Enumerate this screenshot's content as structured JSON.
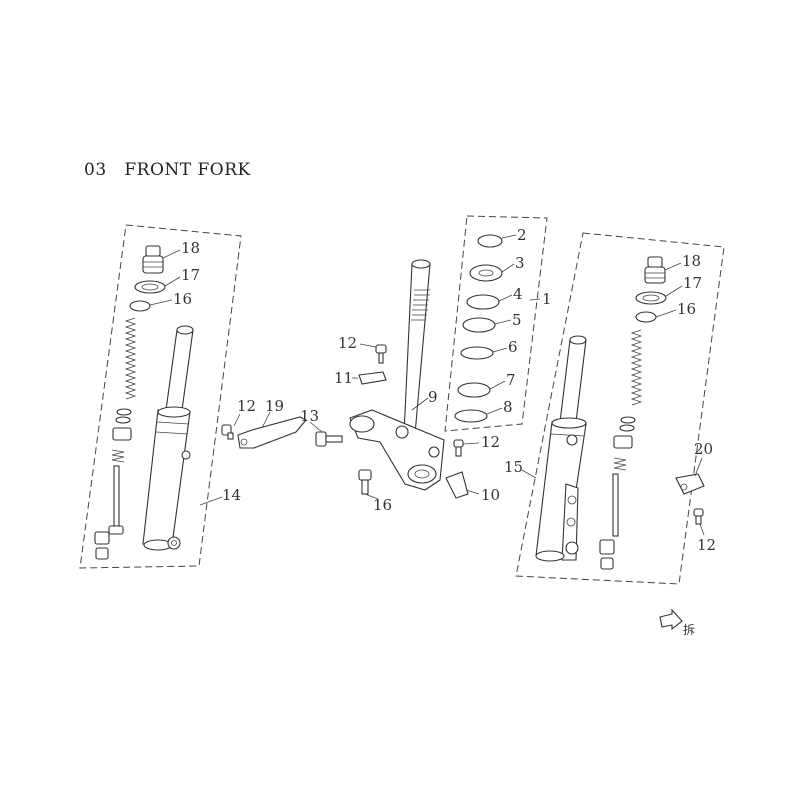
{
  "title": "03   FRONT FORK",
  "callouts": [
    "18",
    "17",
    "16",
    "14",
    "12",
    "19",
    "13",
    "11",
    "12",
    "16",
    "9",
    "2",
    "3",
    "4",
    "5",
    "6",
    "7",
    "8",
    "1",
    "12",
    "10",
    "18",
    "17",
    "16",
    "15",
    "20",
    "12"
  ],
  "direction_mark": "拆"
}
